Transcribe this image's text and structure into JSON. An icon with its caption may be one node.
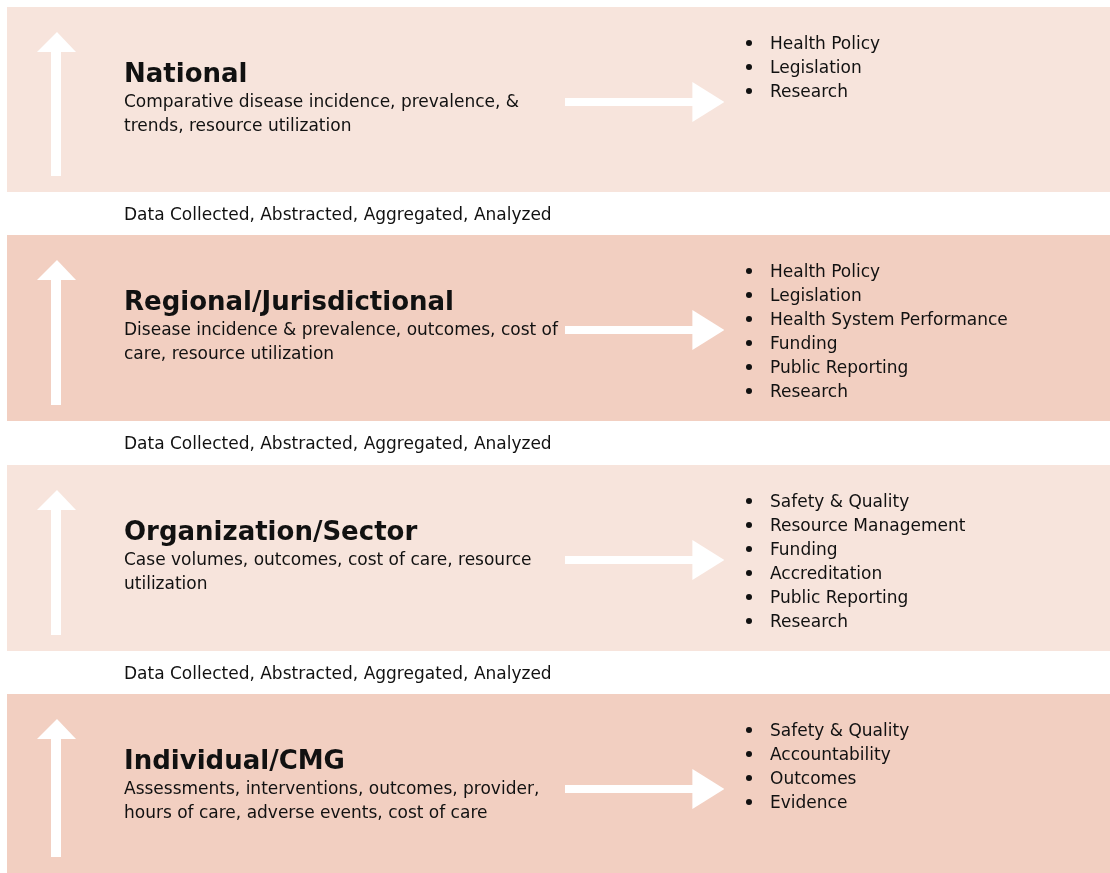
{
  "diagram": {
    "nodes": [
      {
        "text": [],
        "shape": "box"
      },
      {
        "text": [
          "National",
          "Comparative disease incidence, prevalence, & trends, resource utilization"
        ],
        "in": 0
      },
      {
        "text": [
          "Health Policy",
          "Legislation",
          "Research"
        ],
        "in": 0
      },
      {
        "text": [],
        "shape": "box"
      },
      {
        "text": [
          "Regional/Jurisdictional",
          "Disease incidence & prevalence, outcomes, cost of care, resource utilization"
        ],
        "in": 3
      },
      {
        "text": [
          "Health Policy",
          "Legislation",
          "Health System Performance",
          "Funding",
          "Public Reporting",
          "Research"
        ],
        "in": 3
      },
      {
        "text": [],
        "shape": "box"
      },
      {
        "text": [
          "Organization/Sector",
          "Case volumes, outcomes, cost of care, resource utilization"
        ],
        "in": 6
      },
      {
        "text": [
          "Safety & Quality",
          "Resource Management",
          "Funding",
          "Accreditation",
          "Public Reporting",
          "Research"
        ],
        "in": 6
      },
      {
        "text": [],
        "shape": "box"
      },
      {
        "text": [
          "Individual/CMG",
          "Assessments, interventions, outcomes, provider, hours of care, adverse events, cost of care"
        ],
        "in": 9
      },
      {
        "text": [
          "Safety & Quality",
          "Accountability",
          "Outcomes",
          "Evidence"
        ],
        "in": 9
      }
    ],
    "edges": [
      {
        "from": 1,
        "to": 2,
        "arrow": "to"
      },
      {
        "from": 4,
        "to": 5,
        "arrow": "to"
      },
      {
        "from": 7,
        "to": 8,
        "arrow": "to"
      },
      {
        "from": 10,
        "to": 11,
        "arrow": "to"
      }
    ],
    "labels": [
      "Data Collected, Abstracted, Aggregated, Analyzed",
      "Data Collected, Abstracted, Aggregated, Analyzed",
      "Data Collected, Abstracted, Aggregated, Analyzed"
    ]
  }
}
